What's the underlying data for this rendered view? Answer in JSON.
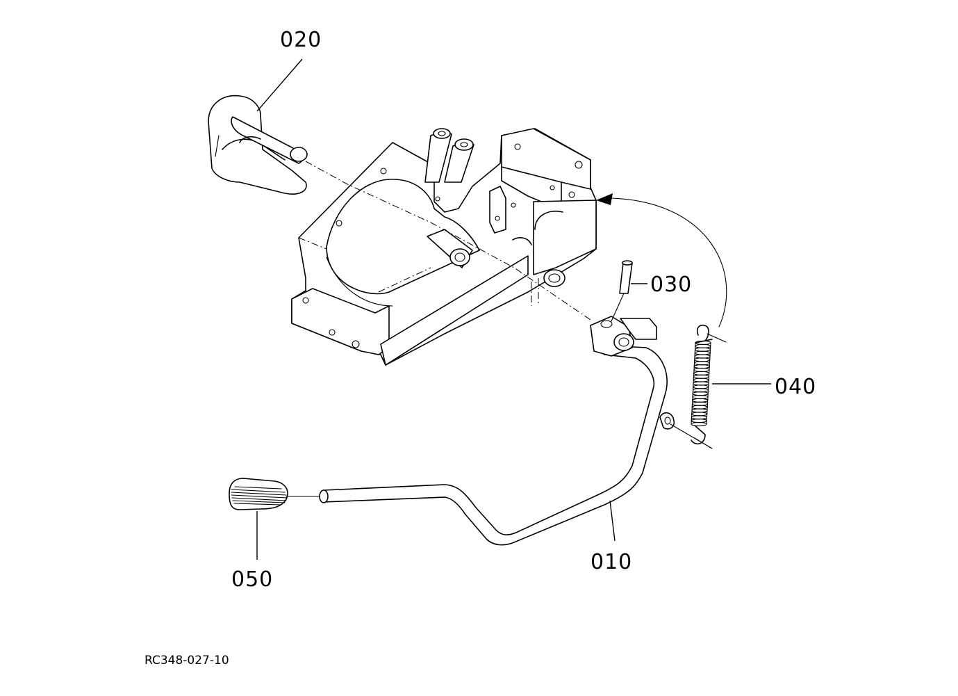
{
  "diagram": {
    "parts": [
      {
        "id": "p010",
        "label": "010"
      },
      {
        "id": "p020",
        "label": "020"
      },
      {
        "id": "p030",
        "label": "030"
      },
      {
        "id": "p040",
        "label": "040"
      },
      {
        "id": "p050",
        "label": "050"
      }
    ],
    "reference_code": "RC348-027-10",
    "line_color": "#000000",
    "background_color": "#ffffff"
  }
}
